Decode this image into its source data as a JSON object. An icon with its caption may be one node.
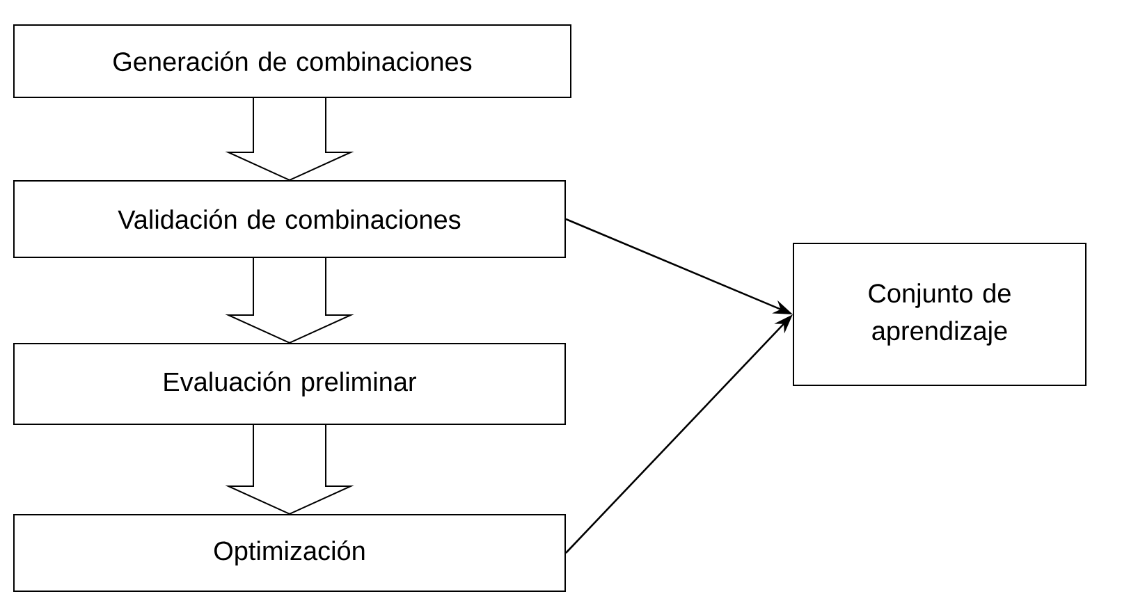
{
  "diagram": {
    "nodes": [
      {
        "text": [
          "Generación de combinaciones"
        ]
      },
      {
        "text": [
          "Validación de combinaciones"
        ]
      },
      {
        "text": [
          "Evaluación preliminar"
        ]
      },
      {
        "text": [
          "Optimización"
        ]
      },
      {
        "text": [
          "Conjunto de aprendizaje"
        ]
      }
    ],
    "edges": [
      {
        "from": 0,
        "to": 1,
        "arrow": "to",
        "style": "thick"
      },
      {
        "from": 1,
        "to": 2,
        "arrow": "to",
        "style": "thick"
      },
      {
        "from": 2,
        "to": 3,
        "arrow": "to",
        "style": "thick"
      },
      {
        "from": 1,
        "to": 4,
        "arrow": "to"
      },
      {
        "from": 3,
        "to": 4,
        "arrow": "to"
      }
    ]
  }
}
